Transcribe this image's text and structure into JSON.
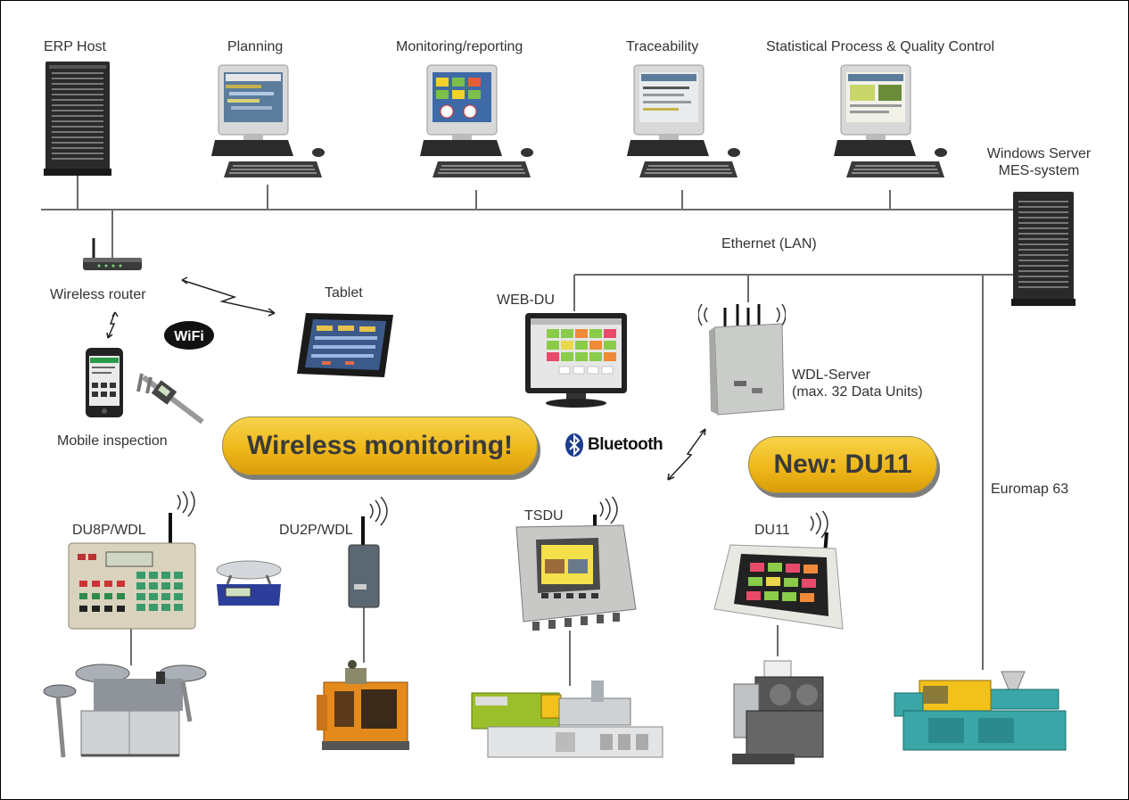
{
  "labels": {
    "erp_host": "ERP Host",
    "planning": "Planning",
    "monitoring_reporting": "Monitoring/reporting",
    "traceability": "Traceability",
    "spqc": "Statistical Process & Quality Control",
    "windows_server_line1": "Windows Server",
    "windows_server_line2": "MES-system",
    "ethernet": "Ethernet (LAN)",
    "wireless_router": "Wireless router",
    "tablet": "Tablet",
    "web_du": "WEB-DU",
    "wdl_server_line1": "WDL-Server",
    "wdl_server_line2": "(max. 32 Data Units)",
    "mobile_inspection": "Mobile inspection",
    "euromap": "Euromap 63",
    "du8p": "DU8P/WDL",
    "du2p": "DU2P/WDL",
    "tsdu": "TSDU",
    "du11": "DU11"
  },
  "banners": {
    "wireless_monitoring": "Wireless monitoring!",
    "new_du11": "New: DU11"
  },
  "logos": {
    "wifi": "WiFi",
    "bluetooth": "Bluetooth"
  },
  "colors": {
    "banner_yellow": "#efb81a",
    "line_gray": "#6b6b6b",
    "machine_teal": "#3aa6a8",
    "machine_orange": "#e48a1c",
    "machine_green": "#9bbf2a"
  }
}
